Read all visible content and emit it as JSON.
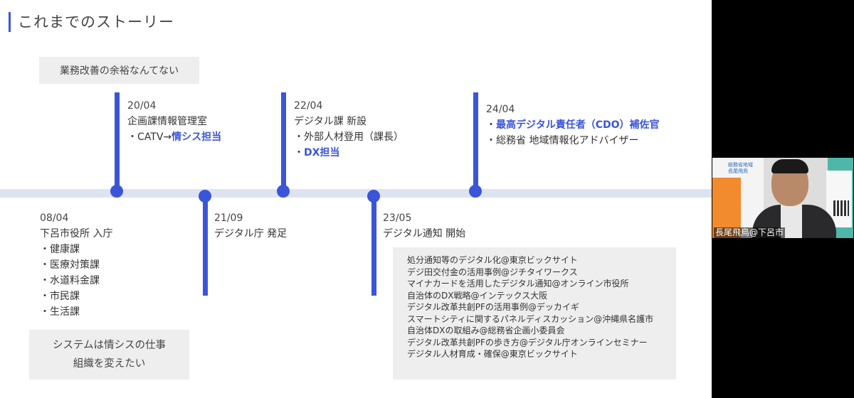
{
  "slide": {
    "title": "これまでのストーリー",
    "top_note": "業務改善の余裕なんてない",
    "bottom_note": [
      "システムは情シスの仕事",
      "組織を変えたい"
    ],
    "events": {
      "e0804": {
        "date": "08/04",
        "lines": [
          "下呂市役所 入庁",
          "・健康課",
          "・医療対策課",
          "・水道料金課",
          "・市民課",
          "・生活課"
        ]
      },
      "e2004": {
        "date": "20/04",
        "line1": "企画課情報管理室",
        "line2_prefix": "・CATV→",
        "line2_highlight": "情シス担当"
      },
      "e2109": {
        "date": "21/09",
        "line1": "デジタル庁 発足"
      },
      "e2204": {
        "date": "22/04",
        "line1": "デジタル課 新設",
        "line2": "・外部人材登用（課長）",
        "line3_prefix": "・",
        "line3_highlight": "DX担当"
      },
      "e2305": {
        "date": "23/05",
        "line1": "デジタル通知 開始"
      },
      "e2404": {
        "date": "24/04",
        "line1_prefix": "・",
        "line1_highlight": "最高デジタル責任者（CDO）補佐官",
        "line2": "・総務省 地域情報化アドバイザー"
      }
    },
    "talks": [
      "処分通知等のデジタル化@東京ビックサイト",
      "デジ田交付金の活用事例@ジチタイワークス",
      "マイナカードを活用したデジタル通知@オンライン市役所",
      "自治体のDX戦略@インテックス大阪",
      "デジタル改革共創PFの活用事例@デッカイギ",
      "スマートシティに関するパネルディスカッション@沖縄県名護市",
      "自治体DXの取組み@総務省企画小委員会",
      "デジタル改革共創PFの歩き方@デジタル庁オンラインセミナー",
      "デジタル人材育成・確保@東京ビックサイト"
    ],
    "colors": {
      "accent": "#3b55d9",
      "timeline": "#dde3f1",
      "box": "#eeeeee"
    }
  },
  "webcam": {
    "name": "長尾飛鳥@下呂市",
    "logo_text": [
      "総務省地域",
      "長尾飛鳥"
    ]
  }
}
